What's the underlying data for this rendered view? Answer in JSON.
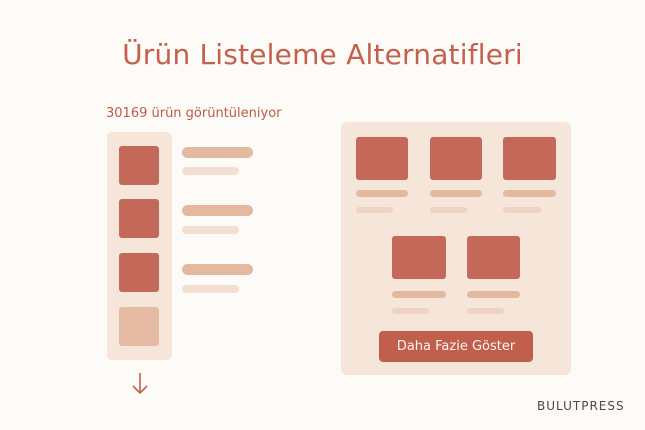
{
  "title": "Ürün Listeleme Alternatifleri",
  "left_option": {
    "count_label": "30169 ürün görüntüleniyor",
    "items": [
      {
        "state": "loaded"
      },
      {
        "state": "loaded"
      },
      {
        "state": "loaded"
      },
      {
        "state": "loading"
      }
    ],
    "scroll_indicator": "arrow-down-icon"
  },
  "right_option": {
    "grid_rows": [
      3,
      2
    ],
    "load_more_label": "Daha Fazie Göster"
  },
  "brand": "BULUTPRESS",
  "colors": {
    "accent": "#c4604b",
    "tile": "#c4685a",
    "tile_faded": "#e6bba4",
    "panel": "#f5e6d9",
    "bar_main": "#e3b9a0",
    "bar_sub": "#f2dfd2",
    "background": "#fdfbf7"
  }
}
